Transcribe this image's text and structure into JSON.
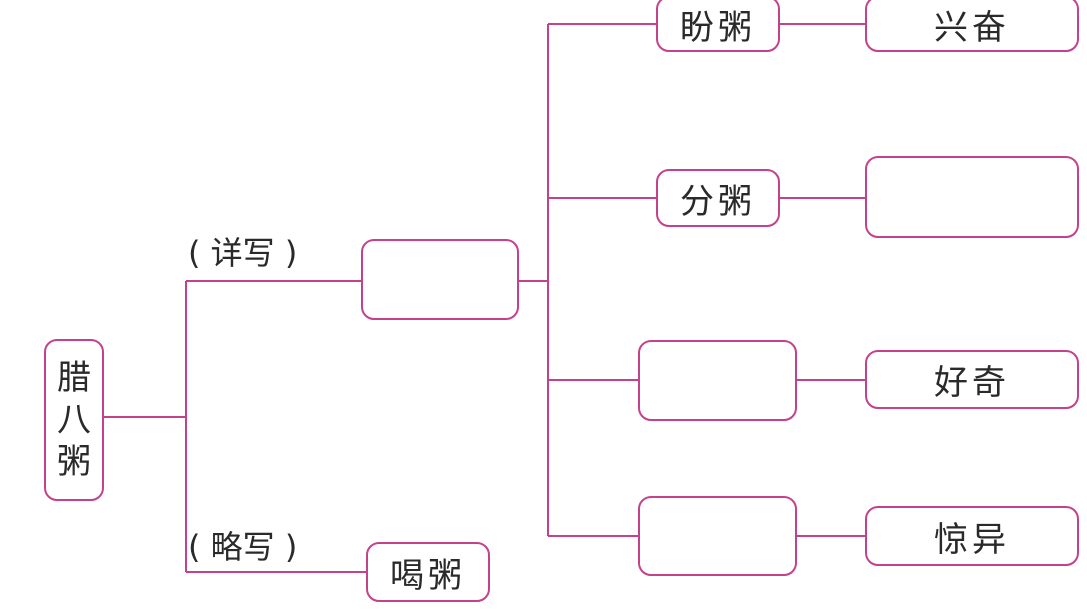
{
  "accent_color": "#c4428c",
  "root": {
    "chars": [
      "腊",
      "八",
      "粥"
    ]
  },
  "branches": {
    "detailed_label": "( 详写 )",
    "brief_label": "( 略写 )"
  },
  "detailed_box": "",
  "brief_box": "喝粥",
  "events": [
    {
      "event": "盼粥",
      "feeling": "兴奋"
    },
    {
      "event": "分粥",
      "feeling": ""
    },
    {
      "event": "",
      "feeling": "好奇"
    },
    {
      "event": "",
      "feeling": "惊异"
    }
  ]
}
